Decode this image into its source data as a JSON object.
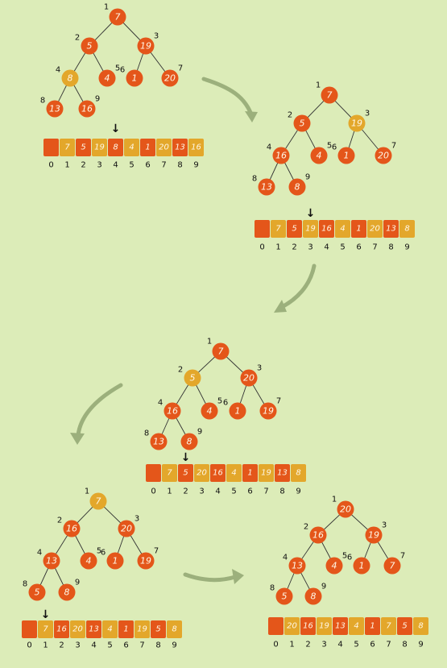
{
  "colors": {
    "background": "#dcecb8",
    "red": "#e4561a",
    "yellow": "#e3a72b",
    "flow": "#9cb07c"
  },
  "steps": [
    {
      "nodes": [
        "7",
        "5",
        "19",
        "8",
        "4",
        "1",
        "20",
        "13",
        "16"
      ],
      "highlight": 4,
      "array": [
        "",
        "7",
        "5",
        "19",
        "8",
        "4",
        "1",
        "20",
        "13",
        "16"
      ],
      "indices": [
        "0",
        "1",
        "2",
        "3",
        "4",
        "5",
        "6",
        "7",
        "8",
        "9"
      ]
    },
    {
      "nodes": [
        "7",
        "5",
        "19",
        "16",
        "4",
        "1",
        "20",
        "13",
        "8"
      ],
      "highlight": 3,
      "array": [
        "",
        "7",
        "5",
        "19",
        "16",
        "4",
        "1",
        "20",
        "13",
        "8"
      ],
      "indices": [
        "0",
        "1",
        "2",
        "3",
        "4",
        "5",
        "6",
        "7",
        "8",
        "9"
      ]
    },
    {
      "nodes": [
        "7",
        "5",
        "20",
        "16",
        "4",
        "1",
        "19",
        "13",
        "8"
      ],
      "highlight": 2,
      "array": [
        "",
        "7",
        "5",
        "20",
        "16",
        "4",
        "1",
        "19",
        "13",
        "8"
      ],
      "indices": [
        "0",
        "1",
        "2",
        "3",
        "4",
        "5",
        "6",
        "7",
        "8",
        "9"
      ]
    },
    {
      "nodes": [
        "7",
        "16",
        "20",
        "13",
        "4",
        "1",
        "19",
        "5",
        "8"
      ],
      "highlight": 1,
      "array": [
        "",
        "7",
        "16",
        "20",
        "13",
        "4",
        "1",
        "19",
        "5",
        "8"
      ],
      "indices": [
        "0",
        "1",
        "2",
        "3",
        "4",
        "5",
        "6",
        "7",
        "8",
        "9"
      ]
    },
    {
      "nodes": [
        "20",
        "16",
        "19",
        "13",
        "4",
        "1",
        "7",
        "5",
        "8"
      ],
      "highlight": null,
      "array": [
        "",
        "20",
        "16",
        "19",
        "13",
        "4",
        "1",
        "7",
        "5",
        "8"
      ],
      "indices": [
        "0",
        "1",
        "2",
        "3",
        "4",
        "5",
        "6",
        "7",
        "8",
        "9"
      ]
    }
  ],
  "position_labels": [
    "1",
    "2",
    "3",
    "4",
    "5",
    "6",
    "7",
    "8",
    "9"
  ],
  "pointer_glyph": "↓"
}
